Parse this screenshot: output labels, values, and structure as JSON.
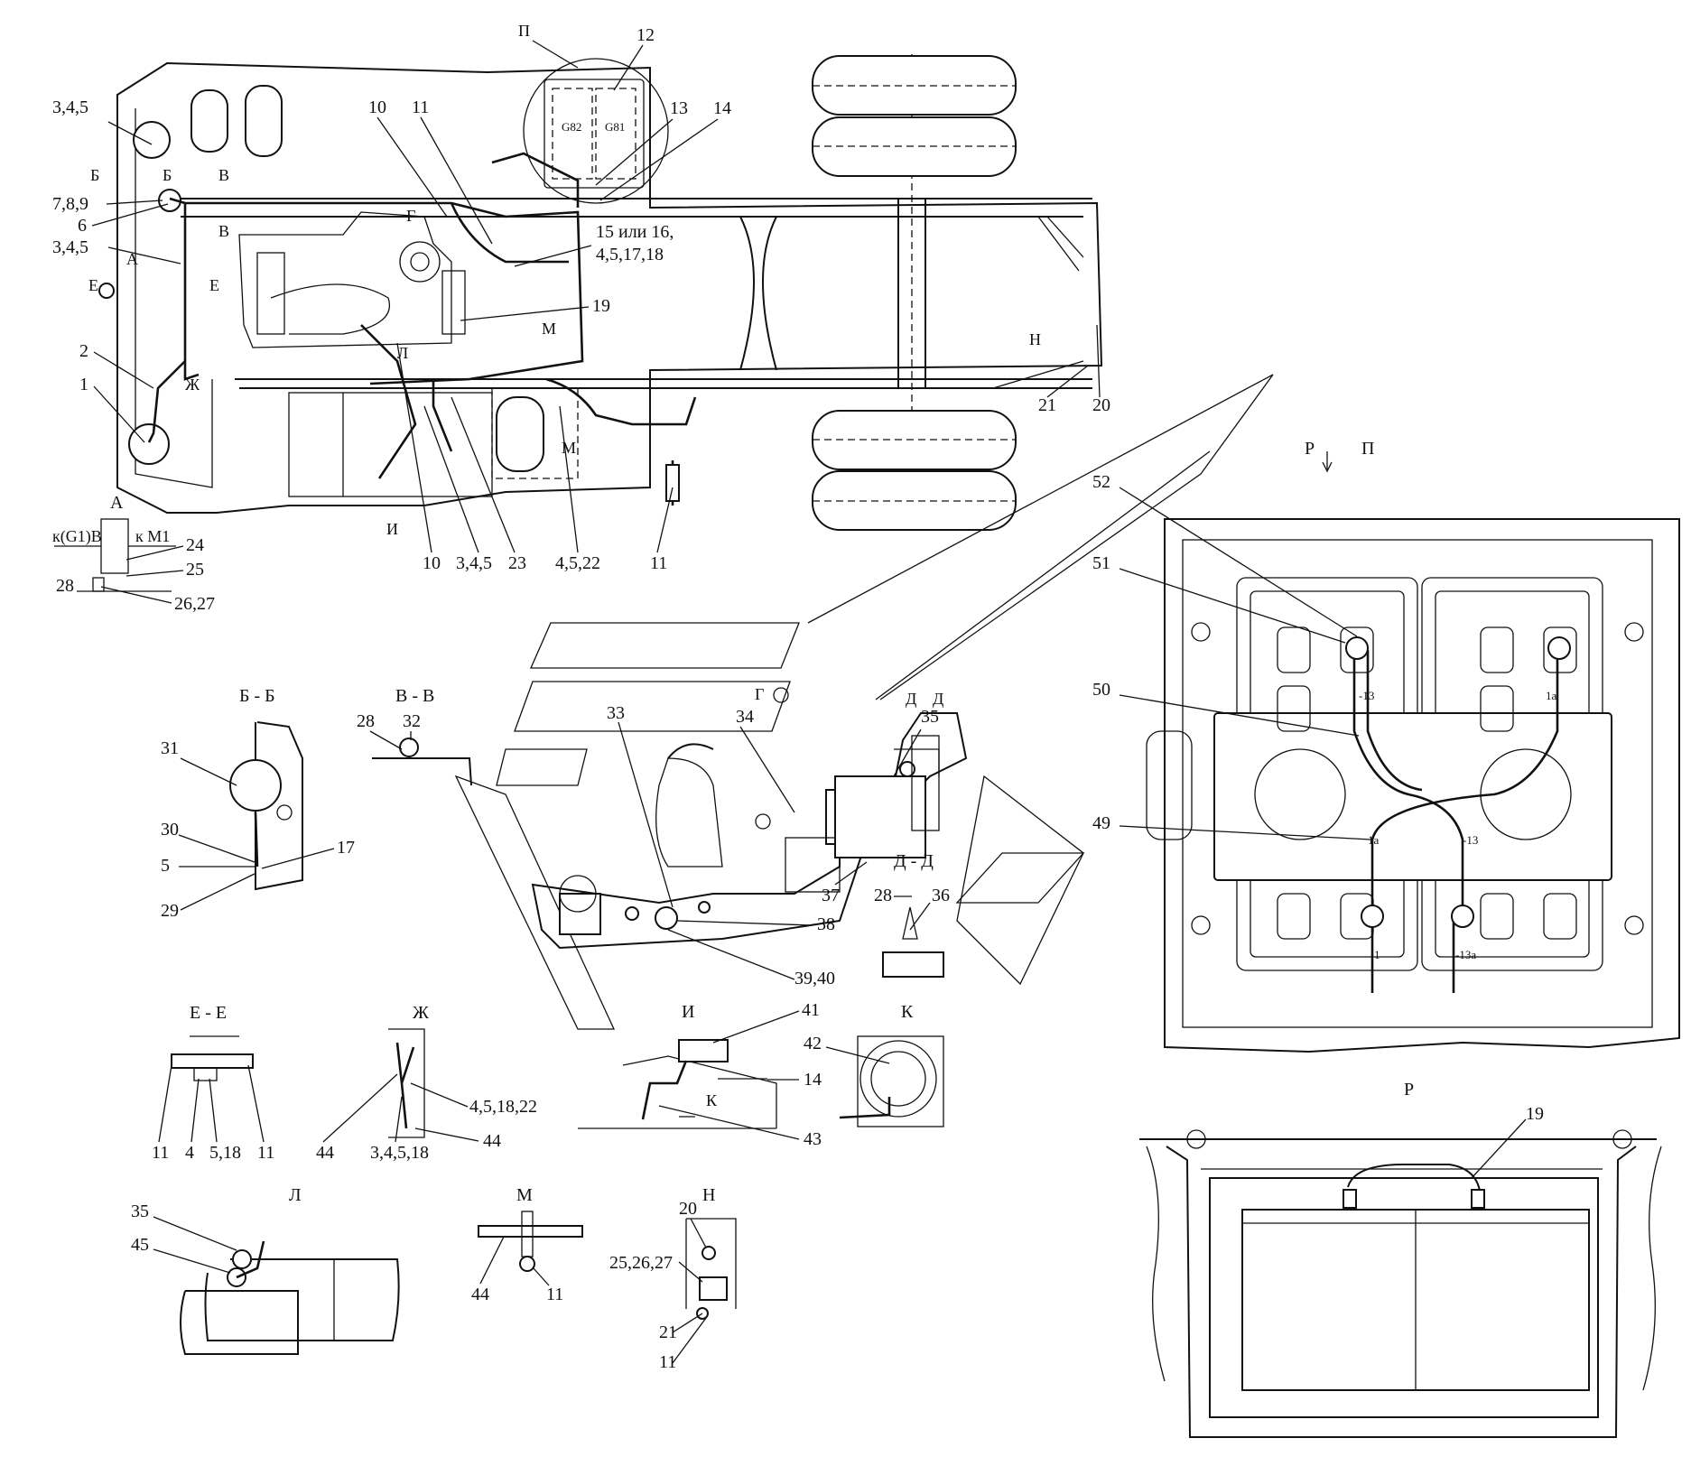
{
  "callouts": {
    "c_345_top": "3,4,5",
    "c_789": "7,8,9",
    "c_6": "6",
    "c_345_mid": "3,4,5",
    "c_2": "2",
    "c_1": "1",
    "c_10_top": "10",
    "c_11_top": "11",
    "c_12": "12",
    "c_13": "13",
    "c_14_top": "14",
    "c_15": "15 или 16,",
    "c_15b": "4,5,17,18",
    "c_19_top": "19",
    "c_21": "21",
    "c_20_top": "20",
    "c_10_bot": "10",
    "c_345_bot": "3,4,5",
    "c_23": "23",
    "c_4522": "4,5,22",
    "c_11_bot": "11",
    "c_24": "24",
    "c_25": "25",
    "c_2627": "26,27",
    "c_28_a": "28",
    "a_left": "к(G1)В",
    "a_right": "к М1",
    "bb_31": "31",
    "bb_30": "30",
    "bb_5": "5",
    "bb_29": "29",
    "bb_17": "17",
    "vv_28": "28",
    "vv_32": "32",
    "c_33": "33",
    "c_34": "34",
    "c_35": "35",
    "c_37": "37",
    "c_38": "38",
    "c_3940": "39,40",
    "dd_28": "28",
    "dd_36": "36",
    "ee_11a": "11",
    "ee_4": "4",
    "ee_518": "5,18",
    "ee_11b": "11",
    "zh_44a": "44",
    "zh_4451822": "4,5,18,22",
    "zh_34518": "3,4,5,18",
    "zh_44b": "44",
    "i_41": "41",
    "i_14": "14",
    "i_43": "43",
    "k_42": "42",
    "l_35": "35",
    "l_45": "45",
    "m_44": "44",
    "m_11": "11",
    "n_20": "20",
    "n_252627": "25,26,27",
    "n_21": "21",
    "n_11": "11",
    "p_52": "52",
    "p_51": "51",
    "p_50": "50",
    "p_49": "49",
    "r_19": "19"
  },
  "section_marks": {
    "p_top": "П",
    "b_left": "Б",
    "b_right": "Б",
    "v_top": "В",
    "v_bot": "В",
    "g_mark": "Г",
    "a_mark": "А",
    "e_left": "Е",
    "e_right": "Е",
    "zh_mark": "Ж",
    "l_mark": "Л",
    "m_mark1": "М",
    "m_mark2": "М",
    "n_mark": "Н",
    "i_mark": "И",
    "rp_r": "Р",
    "rp_p": "П",
    "g_view": "Г",
    "d_left": "Д",
    "d_right": "Д",
    "k_arrow": "К"
  },
  "view_titles": {
    "a": "А",
    "bb": "Б - Б",
    "vv": "В - В",
    "dd": "Д - Д",
    "ee": "Е - Е",
    "zh": "Ж",
    "i": "И",
    "k": "К",
    "l": "Л",
    "m": "М",
    "n": "Н",
    "r": "Р"
  },
  "battery_marks": {
    "g82": "G82",
    "g81": "G81",
    "t13": "-13",
    "t1a": "1а",
    "t1a2": "1а",
    "t13b": "-13",
    "t1": "1",
    "t13a": "-13а"
  }
}
